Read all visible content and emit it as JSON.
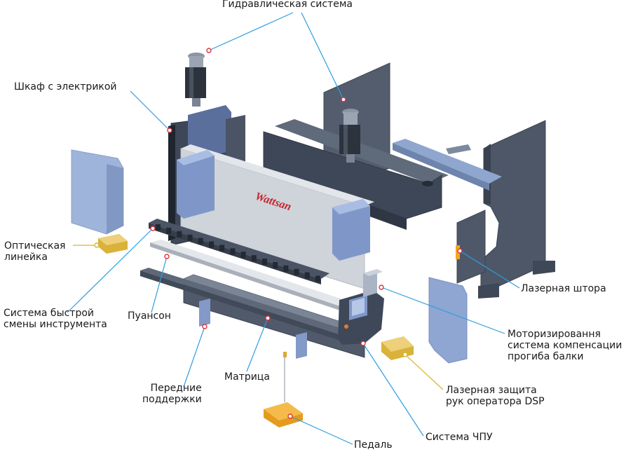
{
  "colors": {
    "leader_blue": "#2d9ee0",
    "leader_yellow": "#d8b62a",
    "marker_red": "#e0323c",
    "steel_dark": "#4a5462",
    "steel_mid": "#6b7585",
    "panel_blue": "#8ea9d6",
    "panel_light": "#aab9d6",
    "plate_light": "#cfd3da",
    "accent_orange": "#f2a623",
    "brand_red": "#c8242c"
  },
  "brand": {
    "text": "Wattsan"
  },
  "labels": {
    "hydraulic": "Гидравлическая система",
    "cabinet": "Шкаф с электрикой",
    "optical_ruler": [
      "Оптическая",
      "линейка"
    ],
    "quick_change": [
      "Система быстрой",
      "смены инструмента"
    ],
    "punch": "Пуансон",
    "front_supports": [
      "Передние",
      "поддержки"
    ],
    "die": "Матрица",
    "pedal": "Педаль",
    "cnc": "Система ЧПУ",
    "laser_curtain": "Лазерная штора",
    "crowning": [
      "Моторизировання",
      "система компенсации",
      "прогиба балки"
    ],
    "laser_protection": [
      "Лазерная защита",
      "рук оператора DSP"
    ]
  }
}
